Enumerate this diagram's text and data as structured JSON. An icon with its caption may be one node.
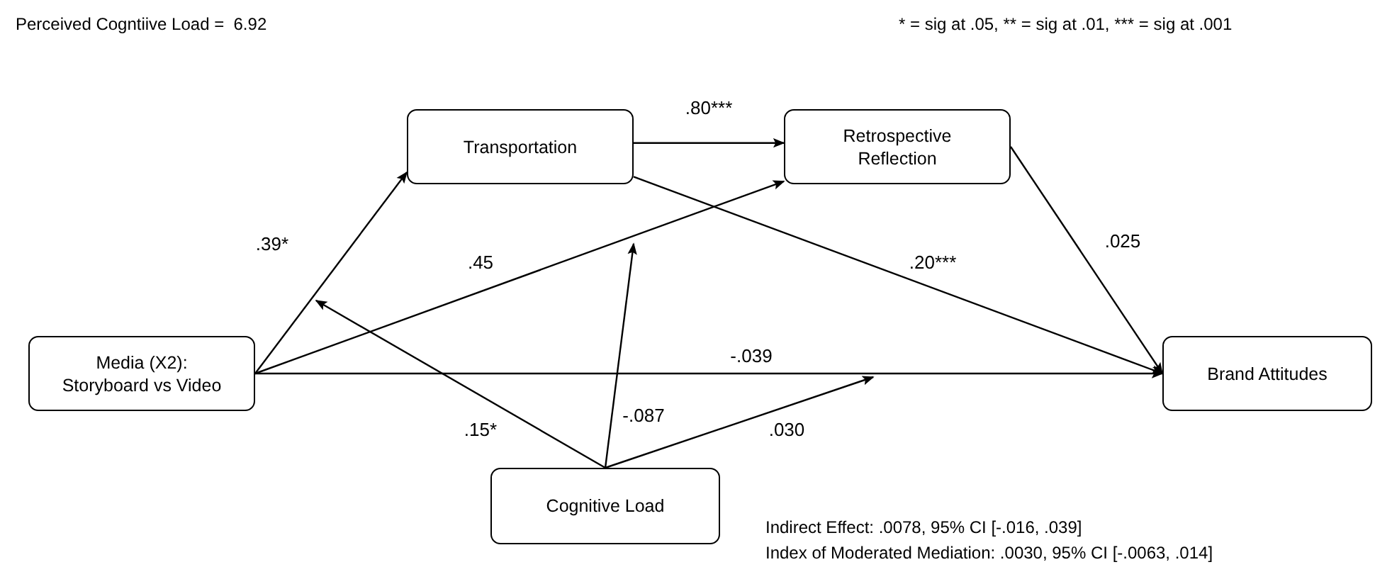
{
  "diagram": {
    "nodes": [
      {
        "text": [
          "Transportation"
        ]
      },
      {
        "text": [
          "Retrospective Reflection"
        ]
      },
      {
        "text": [
          "Media (X2): Storyboard vs Video"
        ]
      },
      {
        "text": [
          "Brand Attitudes"
        ]
      },
      {
        "text": [
          "Cognitive Load"
        ]
      }
    ],
    "edges": [
      {
        "from": 2,
        "to": 0,
        "arrow": "to",
        "label": ".39*"
      },
      {
        "from": 0,
        "to": 1,
        "arrow": "to",
        "label": ".80***"
      },
      {
        "from": 2,
        "to": 1,
        "arrow": "to",
        "label": ".45"
      },
      {
        "from": 0,
        "to": 3,
        "arrow": "to",
        "label": ".20***"
      },
      {
        "from": 1,
        "to": 3,
        "arrow": "to",
        "label": ".025"
      },
      {
        "from": 2,
        "to": 3,
        "arrow": "to",
        "label": "-.039"
      },
      {
        "from": 4,
        "to": null,
        "arrow": "to",
        "label": ".15*"
      },
      {
        "from": 4,
        "to": null,
        "arrow": "to",
        "label": "-.087"
      },
      {
        "from": 4,
        "to": null,
        "arrow": "to",
        "label": ".030"
      }
    ],
    "labels": [
      "Perceived Cogntiive Load =  6.92",
      "* = sig at .05, ** = sig at .01, *** = sig at .001",
      "Indirect Effect: .0078, 95% CI [-.016, .039]",
      "Index of Moderated Mediation: .0030, 95% CI [-.0063, .014]"
    ]
  }
}
